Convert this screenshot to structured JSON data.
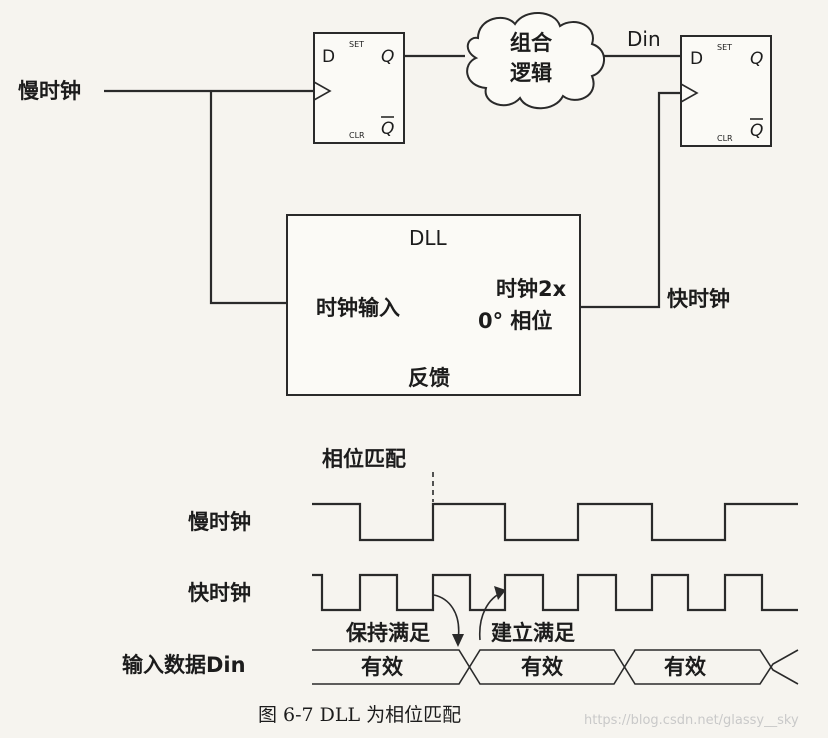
{
  "signals": {
    "slow_clock": "慢时钟",
    "fast_clock": "快时钟",
    "din": "Din"
  },
  "flipflop": {
    "d": "D",
    "set": "SET",
    "q": "Q",
    "qbar": "Q",
    "clr": "CLR"
  },
  "cloud": {
    "line1": "组合",
    "line2": "逻辑"
  },
  "dll": {
    "title": "DLL",
    "clock_in": "时钟输入",
    "clock_2x": "时钟2x",
    "phase": "0°  相位",
    "feedback": "反馈"
  },
  "timing": {
    "phase_match": "相位匹配",
    "slow_clock": "慢时钟",
    "fast_clock": "快时钟",
    "hold_ok": "保持满足",
    "setup_ok": "建立满足",
    "input_data": "输入数据Din",
    "valid": "有效"
  },
  "caption": "图 6-7    DLL 为相位匹配",
  "watermark": "https://blog.csdn.net/glassy__sky"
}
